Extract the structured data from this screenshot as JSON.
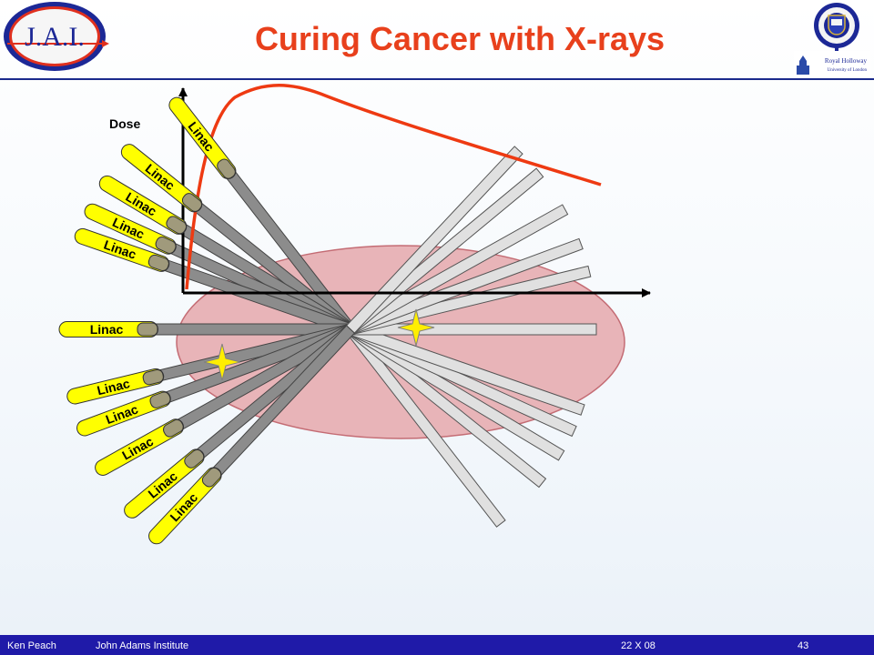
{
  "title": "Curing Cancer with X-rays",
  "logos": {
    "jai": "J.A.I.",
    "rhul_name": "Royal Holloway",
    "rhul_sub": "University of London"
  },
  "diagram": {
    "axis_label": "Dose",
    "source_label": "Linac",
    "source_count": 11,
    "colors": {
      "linac_body": "#ffff00",
      "beam_near": "#8c8c8c",
      "beam_far": "#e0e0e0",
      "tumour": "#e8b4b8",
      "dose_curve": "#ee3a12"
    }
  },
  "footer": {
    "author": "Ken Peach",
    "institute": "John Adams Institute",
    "date": "22 X  08",
    "page": "43"
  }
}
